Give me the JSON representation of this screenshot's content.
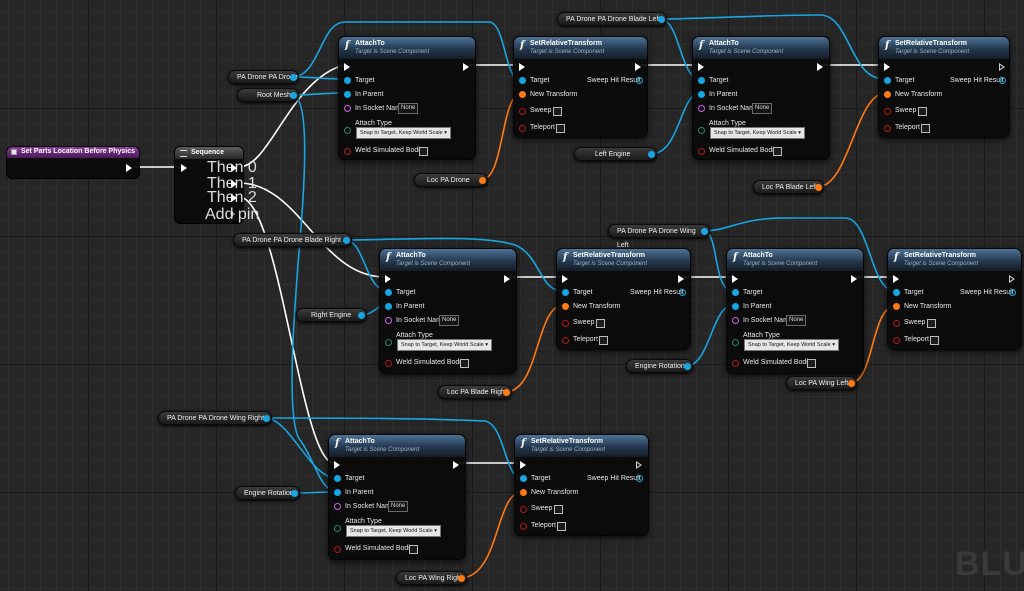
{
  "watermark": "BLUEPRINT",
  "colors": {
    "exec": "#ffffff",
    "object": "#17a6e3",
    "transform": "#ff7a12",
    "bool": "#b01c1c",
    "string": "#cf62e8",
    "enum": "#1f8a6e"
  },
  "event": {
    "title": "Set Parts Location Before Physics",
    "icon": "event-icon"
  },
  "sequence": {
    "title": "Sequence",
    "then0": "Then 0",
    "then1": "Then 1",
    "then2": "Then 2",
    "add_pin": "Add pin",
    "add_pin_icon": "plus-icon"
  },
  "attach": {
    "title": "AttachTo",
    "subtitle": "Target is Scene Component",
    "target": "Target",
    "in_parent": "In Parent",
    "in_socket_name": "In Socket Name",
    "socket_value": "None",
    "attach_type": "Attach Type",
    "attach_type_value": "Snap to Target, Keep World Scale",
    "weld": "Weld Simulated Bodies"
  },
  "setrel": {
    "title": "SetRelativeTransform",
    "subtitle": "Target is Scene Component",
    "target": "Target",
    "new_transform": "New Transform",
    "sweep": "Sweep",
    "teleport": "Teleport",
    "sweep_hit": "Sweep Hit Result"
  },
  "vars": {
    "drone": "PA Drone PA Drone",
    "root_mesh": "Root Mesh",
    "blade_left": "PA Drone PA Drone Blade Left",
    "blade_right": "PA Drone PA Drone Blade Right",
    "wing_left": "PA Drone PA Drone Wing Left",
    "wing_right": "PA Drone PA Drone Wing Right",
    "left_engine": "Left Engine",
    "right_engine": "Right Engine",
    "engine_rotation": "Engine Rotation",
    "loc_drone": "Loc PA Drone",
    "loc_blade_left": "Loc PA Blade Left",
    "loc_blade_right": "Loc PA Blade Right",
    "loc_wing_left": "Loc PA Wing Left",
    "loc_wing_right": "Loc PA Wing Right"
  }
}
